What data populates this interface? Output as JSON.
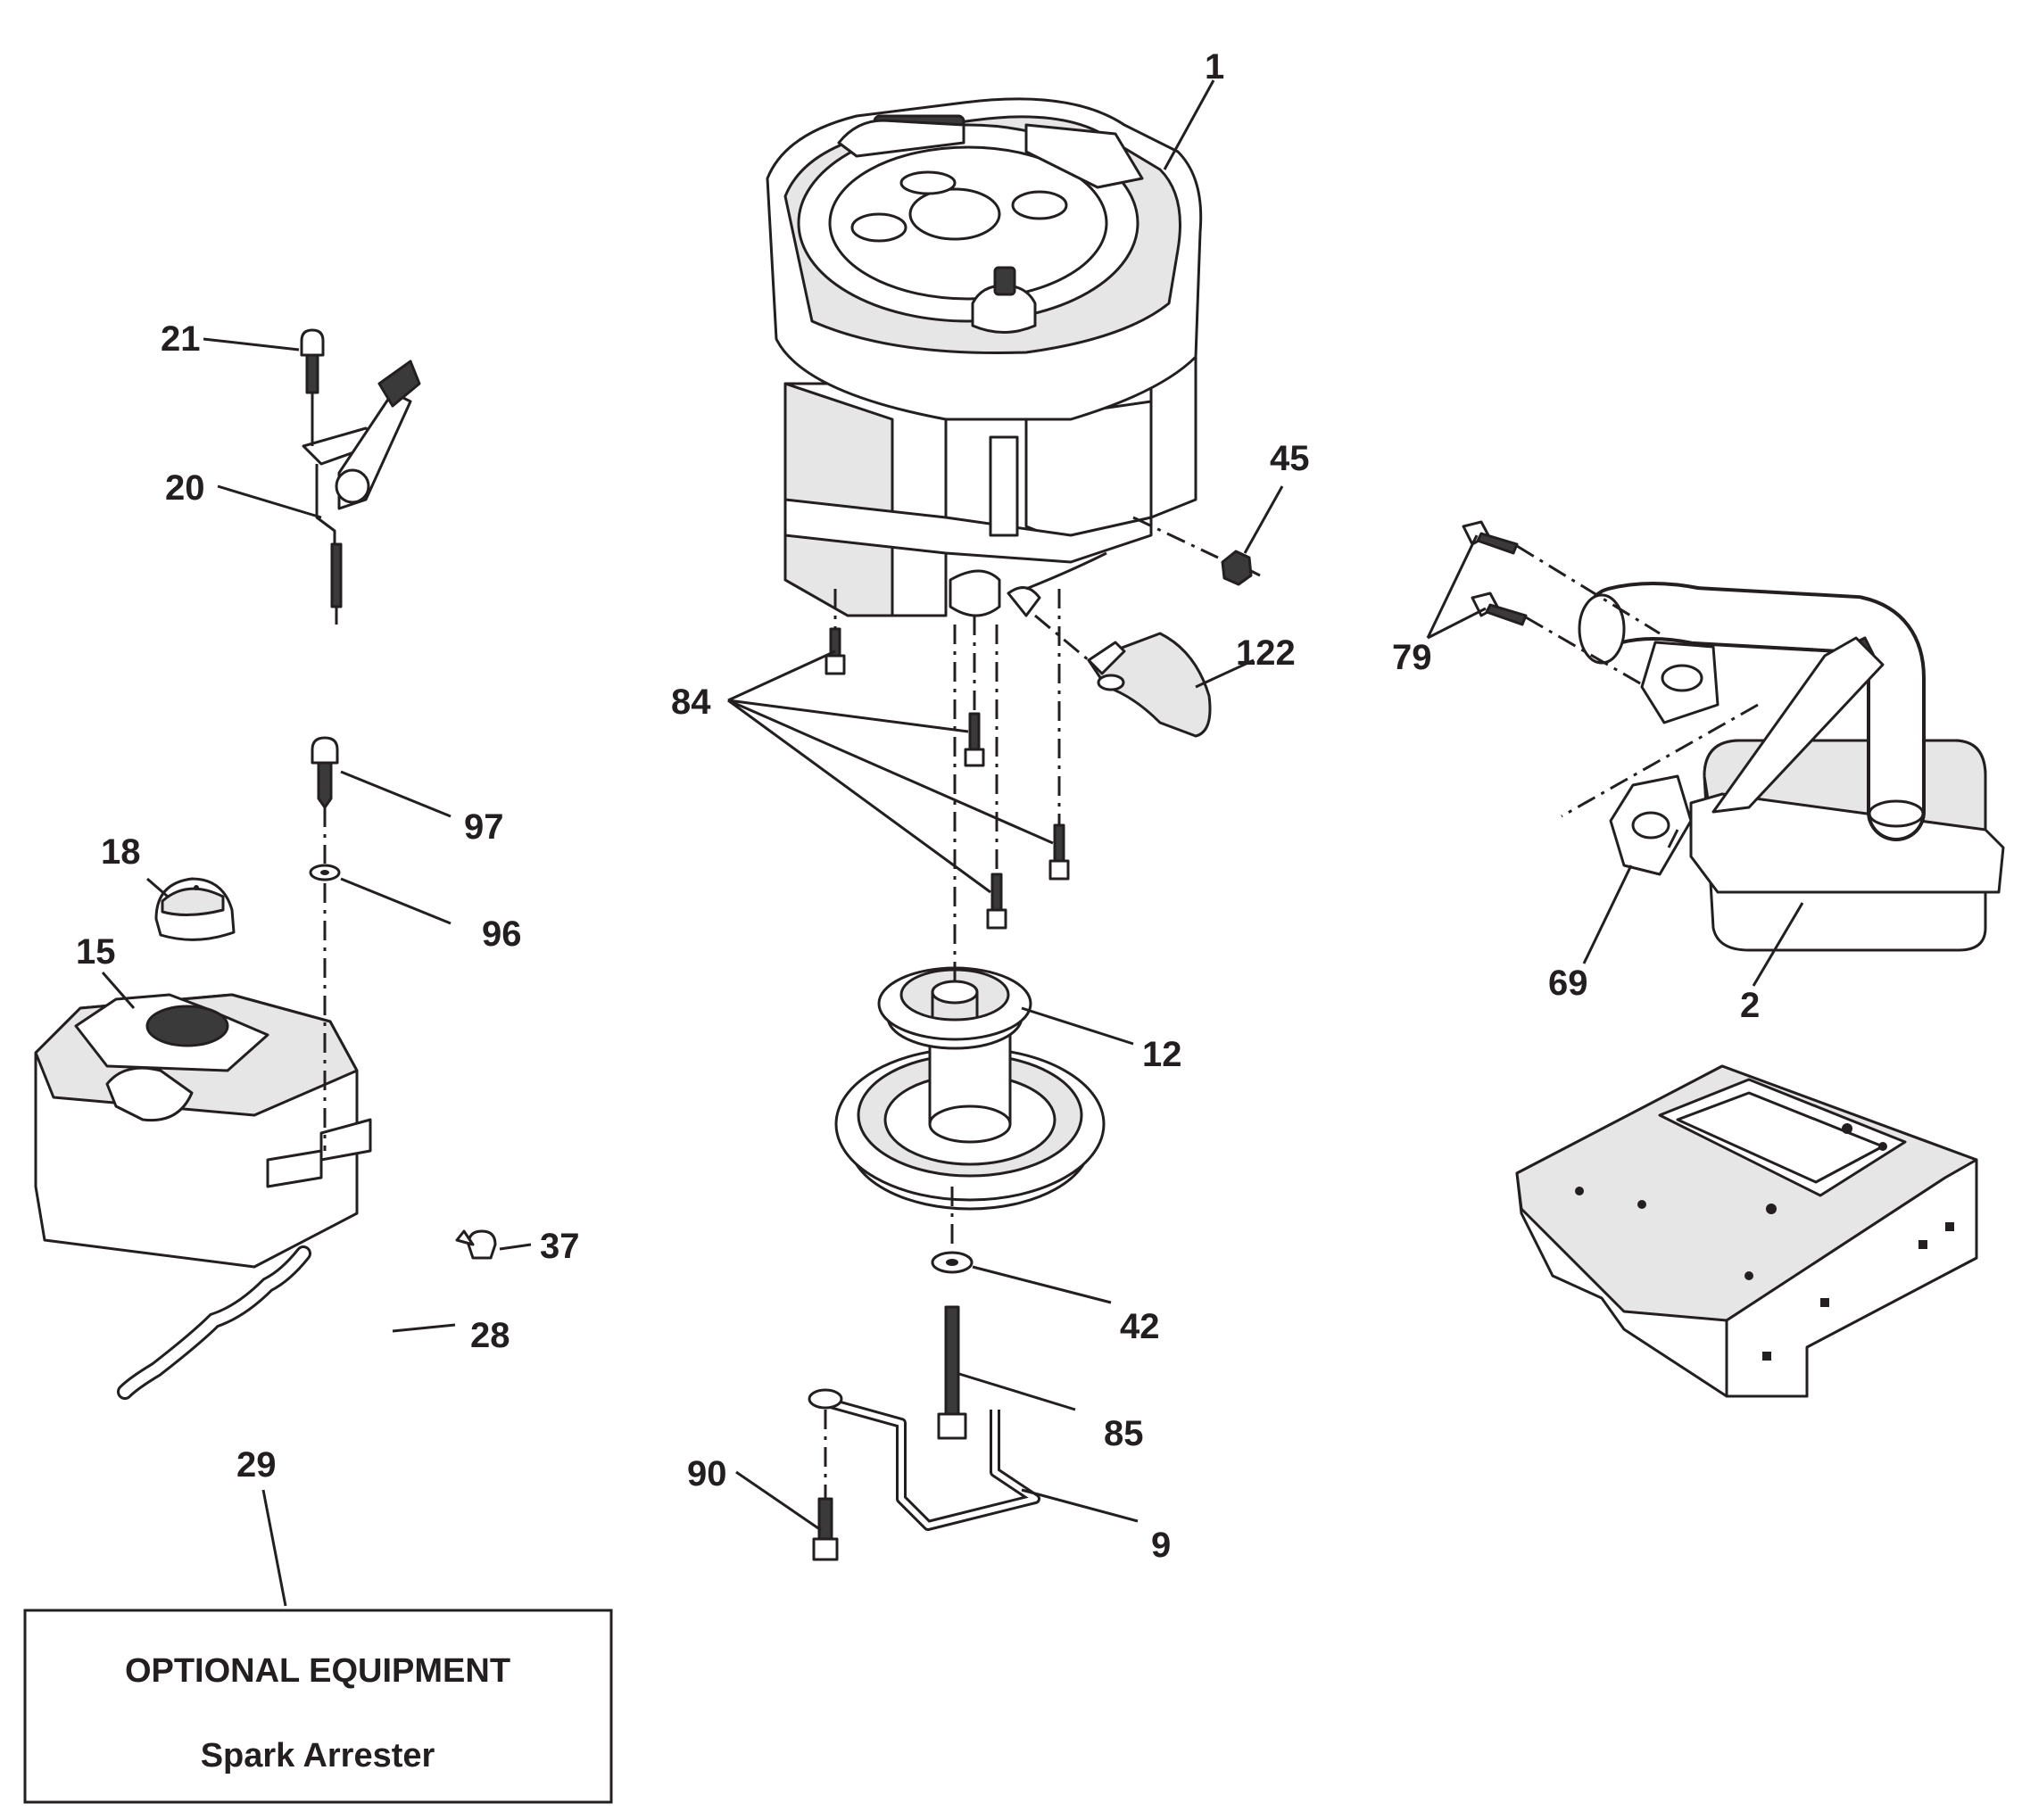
{
  "callouts": {
    "c1": "1",
    "c2": "2",
    "c9": "9",
    "c12": "12",
    "c15": "15",
    "c18": "18",
    "c20": "20",
    "c21": "21",
    "c28": "28",
    "c29": "29",
    "c37": "37",
    "c42": "42",
    "c45": "45",
    "c69": "69",
    "c79": "79",
    "c84": "84",
    "c85": "85",
    "c90": "90",
    "c96": "96",
    "c97": "97",
    "c122": "122"
  },
  "optional_box": {
    "title": "OPTIONAL EQUIPMENT",
    "item": "Spark Arrester"
  }
}
